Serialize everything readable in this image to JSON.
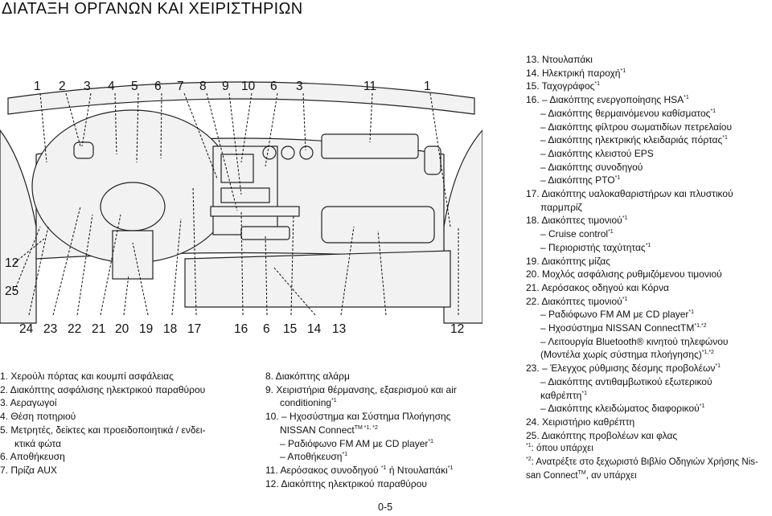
{
  "title": "ΔΙΑΤΑΞΗ ΟΡΓΑΝΩΝ ΚΑΙ ΧΕΙΡΙΣΤΗΡΙΩΝ",
  "page_number": "0-5",
  "diagram": {
    "top_callouts": [
      "1",
      "2",
      "3",
      "4",
      "5",
      "6",
      "7",
      "8",
      "9",
      "10",
      "6",
      "3",
      "11",
      "1"
    ],
    "side_callouts": [
      "12",
      "25"
    ],
    "bottom_callouts": [
      "24",
      "23",
      "22",
      "21",
      "20",
      "19",
      "18",
      "17",
      "16",
      "6",
      "15",
      "14",
      "13",
      "12"
    ]
  },
  "left_list": [
    {
      "text": "1. Χερούλι πόρτας και κουμπί ασφάλειας"
    },
    {
      "text": "2. Διακόπτης ασφάλισης ηλεκτρικού παραθύρου"
    },
    {
      "text": "3. Αεραγωγοί"
    },
    {
      "text": "4. Θέση ποτηριού"
    },
    {
      "text": "5. Μετρητές, δείκτες και προειδοποιητικά / ενδει-"
    },
    {
      "text": "κτικά φώτα",
      "indent": true
    },
    {
      "text": "6. Αποθήκευση"
    },
    {
      "text": "7. Πρίζα AUX"
    }
  ],
  "mid_list": {
    "i8": "8.  Διακόπτης αλάρμ",
    "i9a": "9.  Χειριστήρια θέρμανσης, εξαερισμού και air",
    "i9b": "conditioning",
    "i9b_sup": "*1",
    "i10a": "10.  – Ηχοσύστημα και Σύστημα Πλοήγησης",
    "i10b": "NISSAN Connect",
    "i10b_sup": "TM *1, *2",
    "i10c": "– Ραδιόφωνο FM AM με CD player",
    "i10c_sup": "*1",
    "i10d": "– Αποθήκευση",
    "i10d_sup": "*1",
    "i11": "11. Αερόσακος συνοδηγού ",
    "i11_sup": "*1",
    "i11_tail": " ή Ντουλαπάκι",
    "i11_tail_sup": "*1",
    "i12": "12. Διακόπτης ηλεκτρικού παραθύρου"
  },
  "right_list": {
    "i13": "13. Ντουλαπάκι",
    "i14": "14. Ηλεκτρική παροχή",
    "i14_sup": "*1",
    "i15": "15. Ταχογράφος",
    "i15_sup": "*1",
    "i16": "16.  – Διακόπτης ενεργοποίησης HSA",
    "i16_sup": "*1",
    "i16b": "– Διακόπτης θερμαινόμενου καθίσματος",
    "i16b_sup": "*1",
    "i16c": "– Διακόπτης φίλτρου σωματιδίων πετρελαίου",
    "i16d": "– Διακόπτης ηλεκτρικής κλειδαριάς πόρτας",
    "i16d_sup": "*1",
    "i16e": "– Διακόπτης κλειστού EPS",
    "i16f": "– Διακόπτης συνοδηγού",
    "i16g": "– Διακόπτης PTO",
    "i16g_sup": "*1",
    "i17a": "17. Διακόπτης υαλοκαθαριστήρων και πλυστικού",
    "i17b": "παρμπρίζ",
    "i18": "18. Διακόπτες τιμονιού",
    "i18_sup": "*1",
    "i18b": "– Cruise control",
    "i18b_sup": "*1",
    "i18c": "– Περιοριστής ταχύτητας",
    "i18c_sup": "*1",
    "i19": "19. Διακόπτης μίζας",
    "i20": "20. Μοχλός ασφάλισης ρυθμιζόμενου τιμονιού",
    "i21": "21. Αερόσακος οδηγού και Κόρνα",
    "i22": "22. Διακόπτες τιμονιού",
    "i22_sup": "*1",
    "i22b": "– Ραδιόφωνο FM AM με CD player",
    "i22b_sup": "*1",
    "i22c": "– Ηχοσύστημα NISSAN ConnectTM",
    "i22c_sup": "*1,*2",
    "i22d": "– Λειτουργία Bluetooth® κινητού τηλεφώνου",
    "i22e": "(Μοντέλα χωρίς σύστημα πλοήγησης)",
    "i22e_sup": "*1,*2",
    "i23": "23. – Έλεγχος ρύθμισης δέσμης προβολέων",
    "i23_sup": "*1",
    "i23b": "– Διακόπτης αντιθαμβωτικού εξωτερικού",
    "i23c": "καθρέπτη",
    "i23c_sup": "*1",
    "i23d": "– Διακόπτης κλειδώματος διαφορικού",
    "i23d_sup": "*1",
    "i24": "24. Χειριστήριο καθρέπτη",
    "i25": "25. Διακόπτης προβολέων και φλας",
    "n1_sup": "*1",
    "n1": ": όπου υπάρχει",
    "n2_sup": "*2",
    "n2a": ": Ανατρέξτε στο ξεχωριστό Βιβλίο Οδηγιών Χρήσης Nis-",
    "n2b": "san Connect",
    "n2b_sup": "TM",
    "n2b_tail": ", αν υπάρχει"
  }
}
